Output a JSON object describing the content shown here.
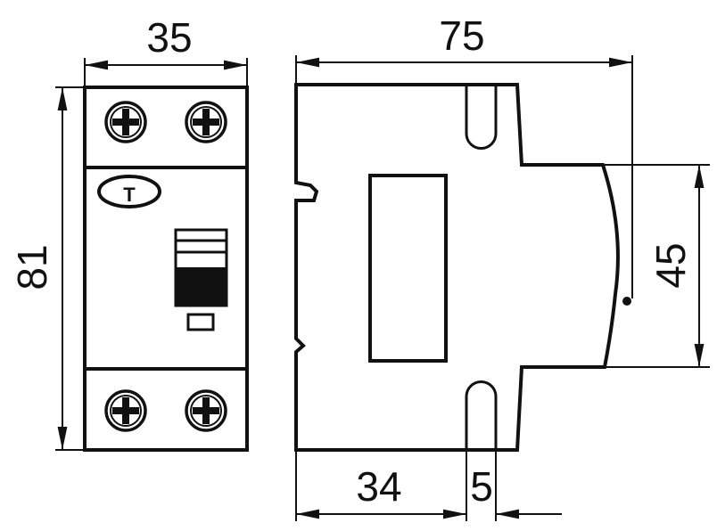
{
  "dimensions": {
    "front_width": "35",
    "front_height": "81",
    "side_depth": "75",
    "side_front_height": "45",
    "base_to_slot": "34",
    "slot_width": "5"
  },
  "labels": {
    "test_button": "T"
  },
  "colors": {
    "stroke": "#111111",
    "background": "#ffffff"
  }
}
